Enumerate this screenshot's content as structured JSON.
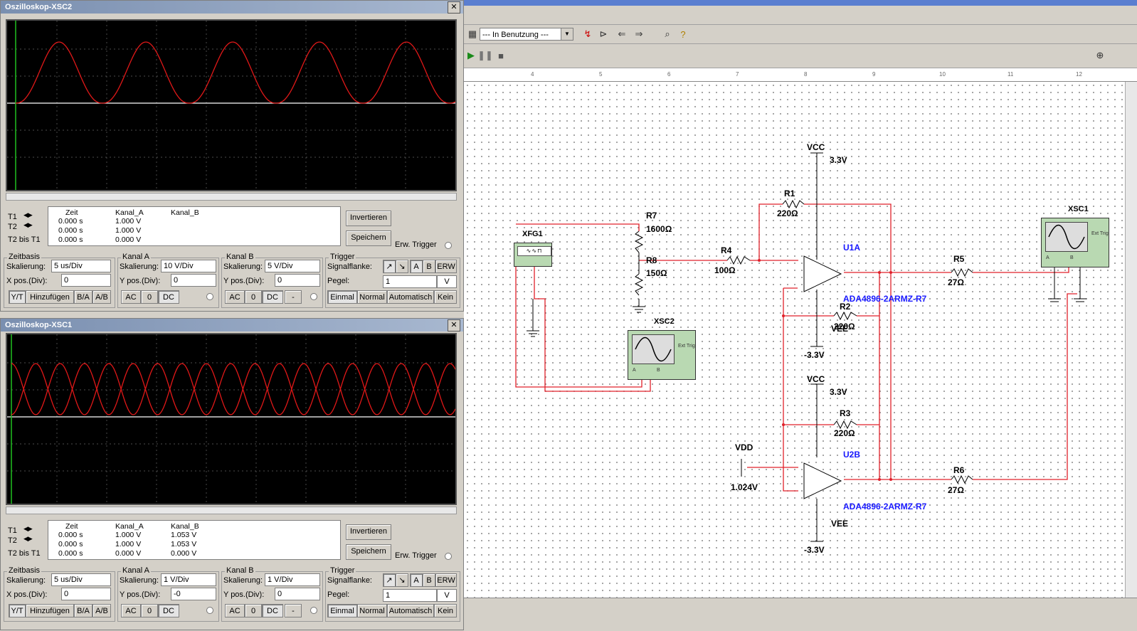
{
  "xsc2_window": {
    "title": "Oszilloskop-XSC2",
    "readout": {
      "headers": [
        "Zeit",
        "Kanal_A",
        "Kanal_B"
      ],
      "t1": {
        "label": "T1",
        "zeit": "0.000 s",
        "kanal_a": "1.000 V",
        "kanal_b": ""
      },
      "t2": {
        "label": "T2",
        "zeit": "0.000 s",
        "kanal_a": "1.000 V",
        "kanal_b": ""
      },
      "t2_bis_t1": {
        "label": "T2 bis T1",
        "zeit": "0.000 s",
        "kanal_a": "0.000 V",
        "kanal_b": ""
      }
    },
    "invert_label": "Invertieren",
    "save_label": "Speichern",
    "ext_trigger_label": "Erw. Trigger",
    "zeitbasis": {
      "title": "Zeitbasis",
      "scale_label": "Skalierung:",
      "scale_value": "5 us/Div",
      "xpos_label": "X pos.(Div):",
      "xpos_value": "0",
      "btn_yt": "Y/T",
      "btn_add": "Hinzufügen",
      "btn_ba": "B/A",
      "btn_ab": "A/B"
    },
    "kanal_a": {
      "title": "Kanal A",
      "scale_label": "Skalierung:",
      "scale_value": "10  V/Div",
      "ypos_label": "Y pos.(Div):",
      "ypos_value": "0",
      "btn_ac": "AC",
      "btn_0": "0",
      "btn_dc": "DC"
    },
    "kanal_b": {
      "title": "Kanal B",
      "scale_label": "Skalierung:",
      "scale_value": "5  V/Div",
      "ypos_label": "Y pos.(Div):",
      "ypos_value": "0",
      "btn_ac": "AC",
      "btn_0": "0",
      "btn_dc": "DC",
      "btn_minus": "-"
    },
    "trigger": {
      "title": "Trigger",
      "edge_label": "Signalflanke:",
      "pegel_label": "Pegel:",
      "pegel_value": "1",
      "pegel_unit": "V",
      "btn_a": "A",
      "btn_b": "B",
      "btn_erw": "ERW",
      "btn_einmal": "Einmal",
      "btn_normal": "Normal",
      "btn_auto": "Automatisch",
      "btn_kein": "Kein"
    }
  },
  "xsc1_window": {
    "title": "Oszilloskop-XSC1",
    "readout": {
      "headers": [
        "Zeit",
        "Kanal_A",
        "Kanal_B"
      ],
      "t1": {
        "label": "T1",
        "zeit": "0.000 s",
        "kanal_a": "1.000 V",
        "kanal_b": "1.053 V"
      },
      "t2": {
        "label": "T2",
        "zeit": "0.000 s",
        "kanal_a": "1.000 V",
        "kanal_b": "1.053 V"
      },
      "t2_bis_t1": {
        "label": "T2 bis T1",
        "zeit": "0.000 s",
        "kanal_a": "0.000 V",
        "kanal_b": "0.000 V"
      }
    },
    "invert_label": "Invertieren",
    "save_label": "Speichern",
    "ext_trigger_label": "Erw. Trigger",
    "zeitbasis": {
      "title": "Zeitbasis",
      "scale_label": "Skalierung:",
      "scale_value": "5 us/Div",
      "xpos_label": "X pos.(Div):",
      "xpos_value": "0",
      "btn_yt": "Y/T",
      "btn_add": "Hinzufügen",
      "btn_ba": "B/A",
      "btn_ab": "A/B"
    },
    "kanal_a": {
      "title": "Kanal A",
      "scale_label": "Skalierung:",
      "scale_value": "1  V/Div",
      "ypos_label": "Y pos.(Div):",
      "ypos_value": "-0",
      "btn_ac": "AC",
      "btn_0": "0",
      "btn_dc": "DC"
    },
    "kanal_b": {
      "title": "Kanal B",
      "scale_label": "Skalierung:",
      "scale_value": "1  V/Div",
      "ypos_label": "Y pos.(Div):",
      "ypos_value": "0",
      "btn_ac": "AC",
      "btn_0": "0",
      "btn_dc": "DC",
      "btn_minus": "-"
    },
    "trigger": {
      "title": "Trigger",
      "edge_label": "Signalflanke:",
      "pegel_label": "Pegel:",
      "pegel_value": "1",
      "pegel_unit": "V",
      "btn_a": "A",
      "btn_b": "B",
      "btn_erw": "ERW",
      "btn_einmal": "Einmal",
      "btn_normal": "Normal",
      "btn_auto": "Automatisch",
      "btn_kein": "Kein"
    }
  },
  "toolbar": {
    "in_use_combo": "--- In Benutzung ---"
  },
  "ruler_ticks": [
    "4",
    "5",
    "6",
    "7",
    "8",
    "9",
    "10",
    "11",
    "12"
  ],
  "schematic": {
    "vcc1": "VCC",
    "vcc1_value": "3.3V",
    "vcc2": "VCC",
    "vcc2_value": "3.3V",
    "vee1": "VEE",
    "vee1_value": "-3.3V",
    "vee2": "VEE",
    "vee2_value": "-3.3V",
    "vdd": "VDD",
    "vdd_value": "1.024V",
    "r1": "R1",
    "r1_value": "220Ω",
    "r2": "R2",
    "r2_value": "220Ω",
    "r3": "R3",
    "r3_value": "220Ω",
    "r4": "R4",
    "r4_value": "100Ω",
    "r5": "R5",
    "r5_value": "27Ω",
    "r6": "R6",
    "r6_value": "27Ω",
    "r7": "R7",
    "r7_value": "1600Ω",
    "r8": "R8",
    "r8_value": "150Ω",
    "u1a": "U1A",
    "u1a_part": "ADA4896-2ARMZ-R7",
    "u2b": "U2B",
    "u2b_part": "ADA4896-2ARMZ-R7",
    "xfg1": "XFG1",
    "xsc1": "XSC1",
    "xsc2": "XSC2",
    "ext_trig": "Ext Trig",
    "pin_a": "A",
    "pin_b": "B"
  },
  "colors": {
    "wire": "#e0202a",
    "trace": "#e01818",
    "part_label": "#1a1aff",
    "instrument": "#b9d9b2"
  }
}
